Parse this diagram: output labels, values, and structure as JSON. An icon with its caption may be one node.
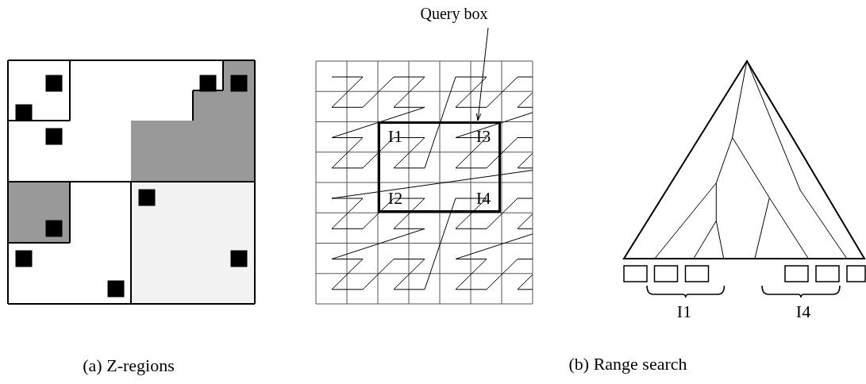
{
  "diagram": {
    "nodes": [
      {
        "text": [
          "Query box"
        ]
      },
      {
        "text": [],
        "shape": "box"
      }
    ],
    "edges": [
      {
        "from": 0,
        "to": 1,
        "arrow": "to"
      }
    ],
    "labels": [
      "I1",
      "I3",
      "I2",
      "I4",
      "I1",
      "I4",
      "(a) Z-regions",
      "(b) Range search"
    ]
  }
}
